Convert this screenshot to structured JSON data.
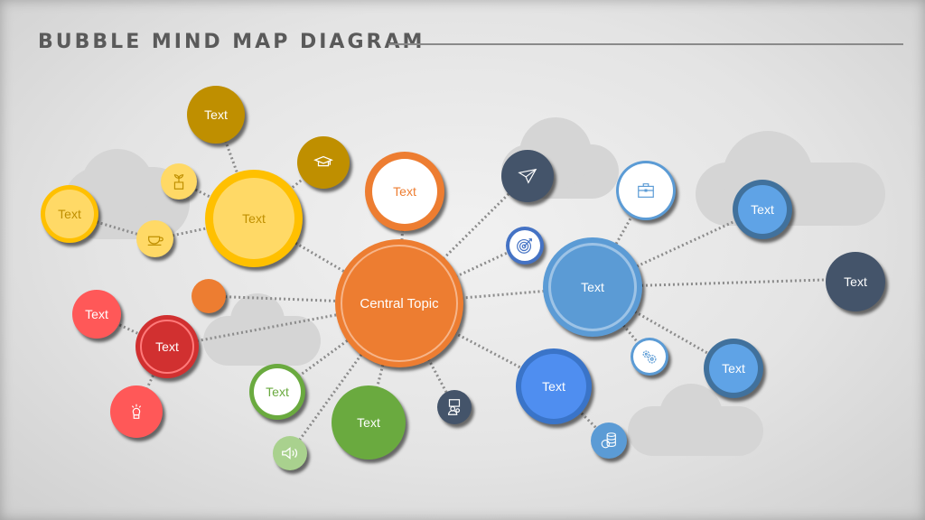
{
  "title": "BUBBLE MIND MAP DIAGRAM",
  "colors": {
    "orange": "#ED7D31",
    "gold": "#BF8F00",
    "yellow": "#FFC000",
    "light_yellow": "#FFD966",
    "red": "#FF5858",
    "dark_red": "#D13030",
    "green": "#6AAA3F",
    "light_green": "#A9D18E",
    "navy": "#44546A",
    "blue": "#5B9BD5",
    "bright_blue": "#4A86E8"
  },
  "central": {
    "label": "Central Topic"
  },
  "nodes": {
    "orange_top": "Text",
    "gold_top": "Text",
    "yellow_main": "Text",
    "yellow_left": "Text",
    "red_left": "Text",
    "red_main": "Text",
    "green_outline": "Text",
    "green_main": "Text",
    "blue_main": "Text",
    "blue_top_right": "Text",
    "navy_right": "Text",
    "blue_bottom_right": "Text",
    "blue_bottom": "Text"
  },
  "icons": [
    "graduation-cap",
    "plant-pot",
    "tea-cup",
    "lightbulb",
    "speaker",
    "presentation-user",
    "paper-plane",
    "target",
    "briefcase",
    "gears",
    "coins-database"
  ]
}
